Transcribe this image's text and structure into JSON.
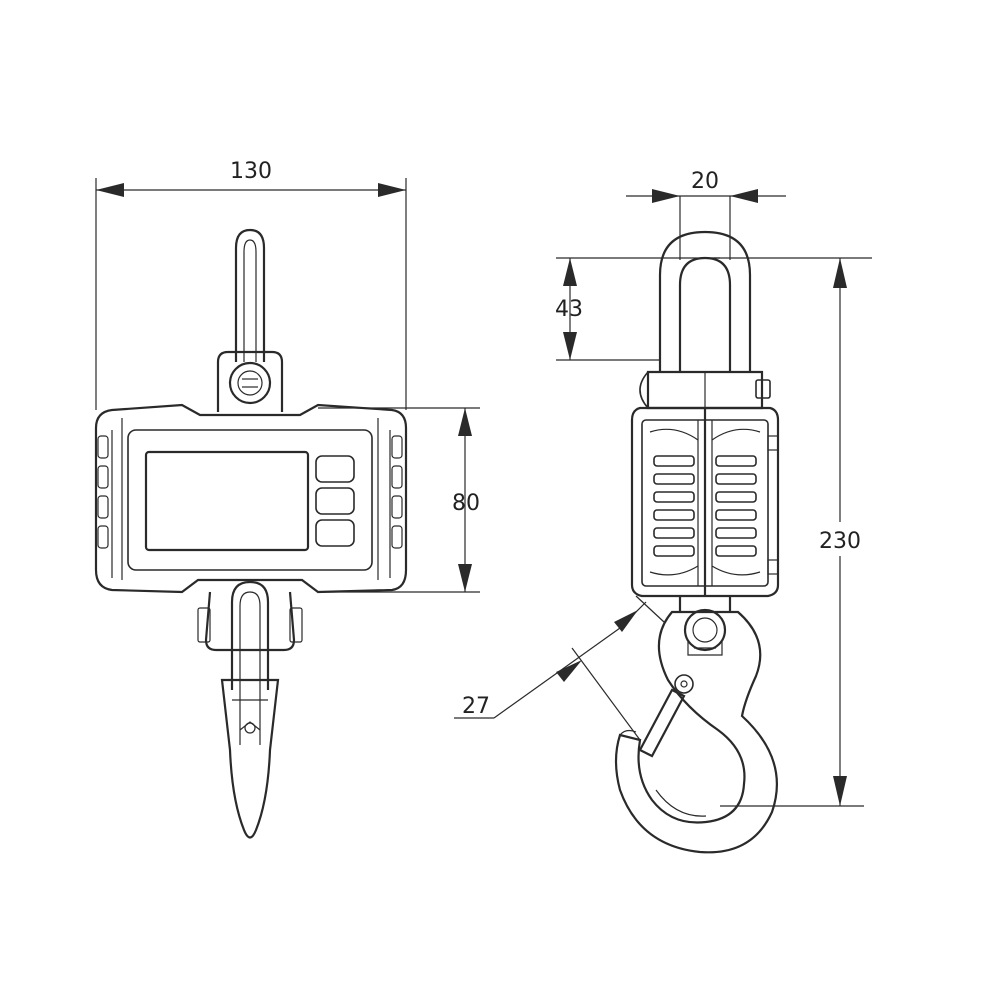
{
  "dimensions": {
    "width": "130",
    "body_height": "80",
    "shackle_width": "20",
    "shackle_height": "43",
    "total_height": "230",
    "hook_opening": "27"
  }
}
